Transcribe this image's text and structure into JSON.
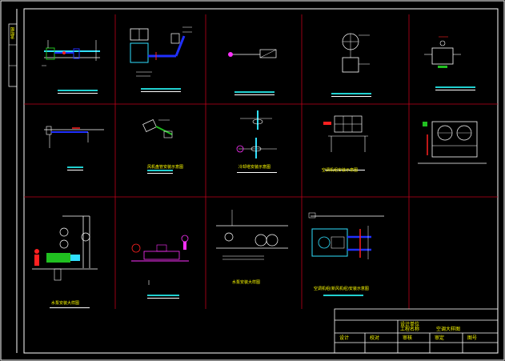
{
  "drawing": {
    "colors": {
      "background": "#000000",
      "frame": "#ffffff",
      "grid": "#c0001a",
      "caption_bar": "#20d0d0",
      "pipe_blue": "#2030ff",
      "pipe_red": "#ff2020",
      "equipment_green": "#20c020",
      "equipment_cyan": "#30e0ff",
      "text_yellow": "#ffff00",
      "accent_magenta": "#ff30ff",
      "lines_white": "#ffffff"
    },
    "side_label": "说明图",
    "captions": {
      "c1": "水泵安装大样图",
      "c2": "水泵安装大样图",
      "c3": "冷却塔安装示意图",
      "c4": "空调机组安装示意图",
      "c5": "风机盘管安装示意图",
      "c6": "空调机组(新风机组)安装示意图"
    },
    "title_block": {
      "row1": [
        "设计单位"
      ],
      "row2": [
        "工程名称",
        "空调大样图"
      ],
      "row3": [
        "设计",
        "校对",
        "审核",
        "审定",
        "图号"
      ]
    }
  }
}
